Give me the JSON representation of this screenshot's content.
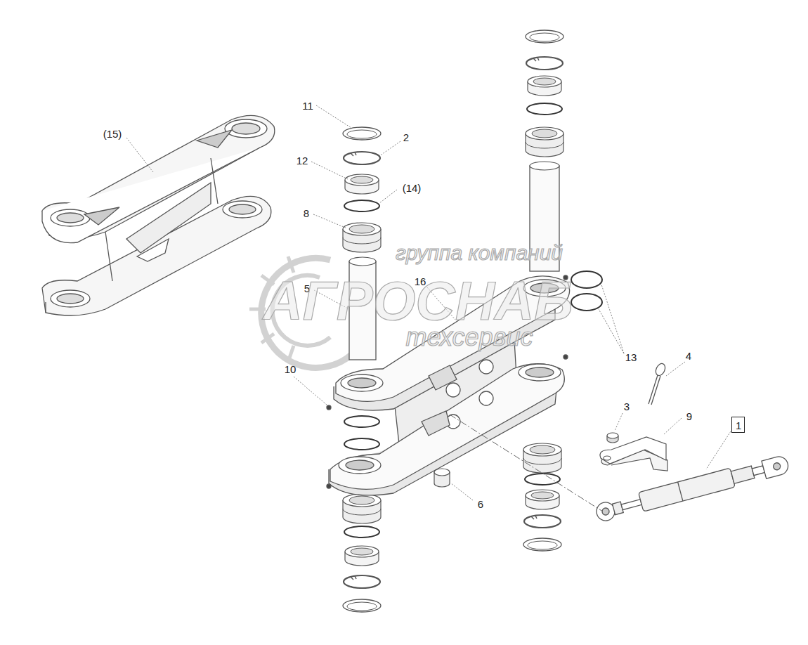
{
  "diagram": {
    "nodes": [
      {
        "text": [
          "1"
        ]
      }
    ],
    "labels": [
      "(15)",
      "11",
      "2",
      "12",
      "(14)",
      "8",
      "5",
      "16",
      "10",
      "13",
      "4",
      "3",
      "9",
      "6",
      "группа компаний",
      "АГРОСНАБ",
      "техсервис"
    ]
  }
}
